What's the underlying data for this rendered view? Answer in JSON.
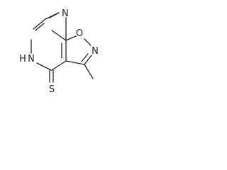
{
  "molecule": {
    "colors": {
      "bond": "#222222",
      "label": "#222222",
      "background": "#ffffff"
    },
    "atoms": {
      "n_top": "N",
      "o_ring": "O",
      "n_isoxazole": "N",
      "nh": "N",
      "h": "H",
      "s": "S"
    }
  }
}
